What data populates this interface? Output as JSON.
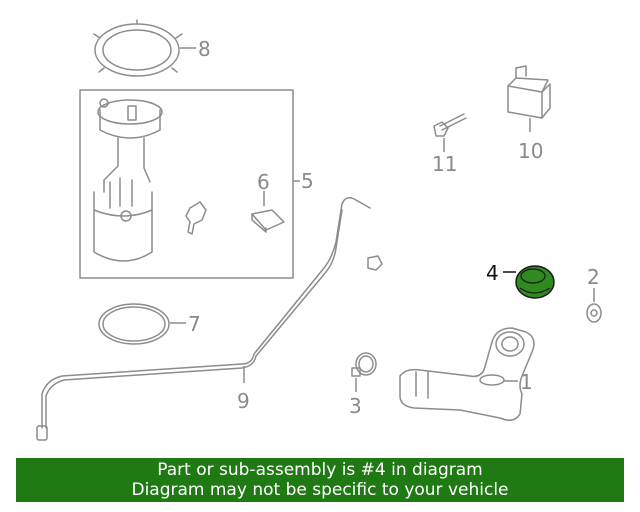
{
  "callouts": {
    "c1": "1",
    "c2": "2",
    "c3": "3",
    "c4": "4",
    "c5": "5",
    "c6": "6",
    "c7": "7",
    "c8": "8",
    "c9": "9",
    "c10": "10",
    "c11": "11"
  },
  "highlight_part": "4",
  "colors": {
    "banner_background": "#1f7a14",
    "banner_text": "#ffffff",
    "highlight_fill": "#2f8a1f",
    "line_art": "#8c8c8c"
  },
  "banner": {
    "line1": "Part or sub-assembly is #4 in diagram",
    "line2": "Diagram may not be specific to your vehicle"
  }
}
